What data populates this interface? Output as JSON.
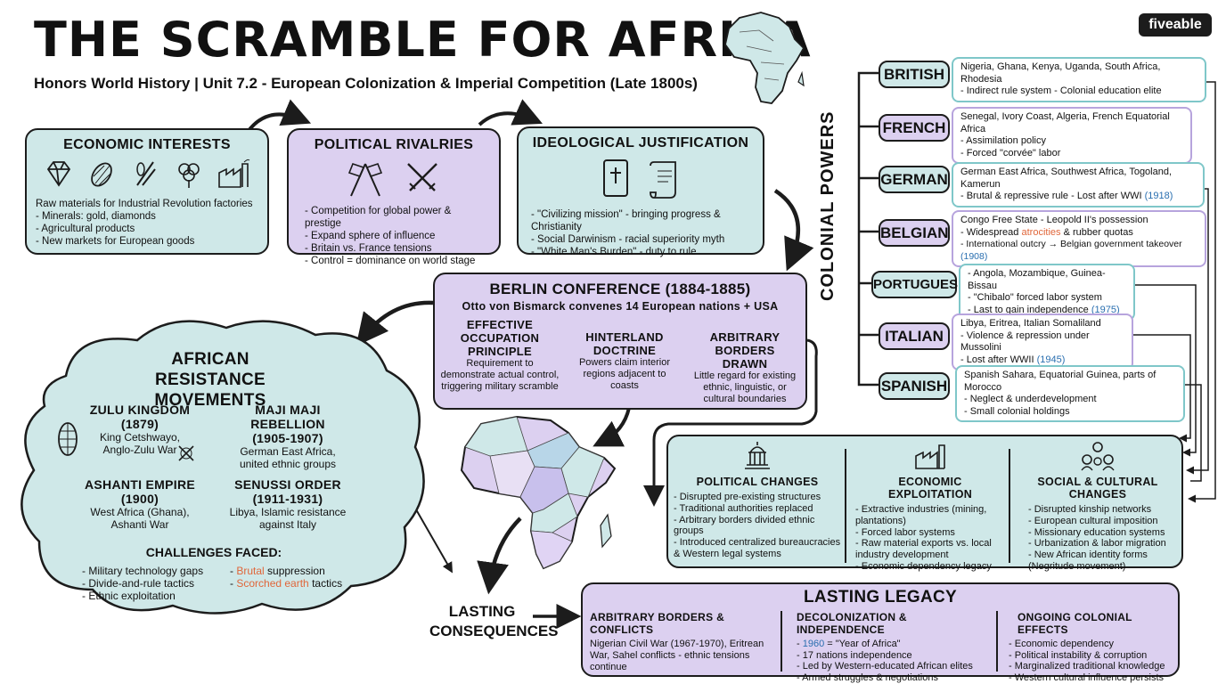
{
  "title": "THE SCRAMBLE FOR AFRICA",
  "subtitle": "Honors World History |  Unit 7.2 - European Colonization & Imperial Competition (Late 1800s)",
  "brand": "fiveable",
  "colors": {
    "teal": "#cfe8e8",
    "lavender": "#dcd0f0",
    "accent_red": "#e0663a",
    "accent_blue": "#2a6fb0",
    "outline": "#1c1c1c"
  },
  "economic": {
    "title": "ECONOMIC INTERESTS",
    "icons": [
      "diamond-icon",
      "cocoa-pod-icon",
      "rubber-icon",
      "cotton-icon",
      "factory-icon"
    ],
    "lead": "Raw materials for Industrial Revolution factories",
    "items": [
      "Minerals: gold, diamonds",
      "Agricultural products",
      "New markets for European goods"
    ]
  },
  "political": {
    "title": "POLITICAL RIVALRIES",
    "icons": [
      "crossed-flags-icon",
      "crossed-swords-icon"
    ],
    "items": [
      "Competition for global power & prestige",
      "Expand sphere of influence",
      "Britain vs. France tensions",
      "Control = dominance on world stage"
    ]
  },
  "ideological": {
    "title": "IDEOLOGICAL JUSTIFICATION",
    "icons": [
      "bible-icon",
      "scroll-icon"
    ],
    "items": [
      "\"Civilizing mission\" - bringing progress & Christianity",
      "Social Darwinism - racial superiority myth",
      "\"White Man's Burden\" - duty to rule"
    ]
  },
  "berlin": {
    "title": "BERLIN CONFERENCE (1884-1885)",
    "subtitle": "Otto von Bismarck convenes 14 European nations + USA",
    "principles": [
      {
        "title": "EFFECTIVE OCCUPATION PRINCIPLE",
        "desc": "Requirement to demonstrate actual control, triggering military scramble"
      },
      {
        "title": "HINTERLAND DOCTRINE",
        "desc": "Powers claim interior regions adjacent to coasts"
      },
      {
        "title": "ARBITRARY BORDERS DRAWN",
        "desc": "Little regard for existing ethnic, linguistic, or cultural boundaries"
      }
    ]
  },
  "resistance": {
    "title": "AFRICAN RESISTANCE MOVEMENTS",
    "movements": [
      {
        "name": "ZULU KINGDOM",
        "years": "(1879)",
        "desc": "King Cetshwayo, Anglo-Zulu War"
      },
      {
        "name": "MAJI MAJI REBELLION",
        "years": "(1905-1907)",
        "desc": "German East Africa, united ethnic groups"
      },
      {
        "name": "ASHANTI EMPIRE",
        "years": "(1900)",
        "desc": "West Africa (Ghana), Ashanti War"
      },
      {
        "name": "SENUSSI ORDER",
        "years": "(1911-1931)",
        "desc": "Libya, Islamic resistance against Italy"
      }
    ],
    "challenges_title": "CHALLENGES FACED:",
    "challenges_left": [
      "Military technology gaps",
      "Divide-and-rule tactics",
      "Ethnic exploitation"
    ],
    "challenges_right": [
      {
        "highlight": "Brutal",
        "rest": " suppression"
      },
      {
        "highlight": "Scorched earth",
        "rest": " tactics"
      }
    ]
  },
  "colonial_label": "COLONIAL POWERS",
  "powers": [
    {
      "name": "BRITISH",
      "lines": [
        "Nigeria, Ghana, Kenya, Uganda, South Africa, Rhodesia",
        "- Indirect rule system  - Colonial education elite"
      ]
    },
    {
      "name": "FRENCH",
      "lines": [
        "Senegal, Ivory Coast, Algeria, French Equatorial Africa",
        "- Assimilation policy",
        "- Forced \"corvée\" labor"
      ]
    },
    {
      "name": "GERMAN",
      "lines": [
        "German East Africa, Southwest Africa, Togoland, Kamerun",
        "- Brutal & repressive rule  - Lost after WWI "
      ],
      "year": "(1918)"
    },
    {
      "name": "BELGIAN",
      "lines": [
        "Congo Free State - Leopold II's possession"
      ],
      "belgian_a": "- Widespread ",
      "belgian_hl": "atrocities",
      "belgian_b": " & rubber quotas",
      "belgian_c": "- International outcry → Belgian government takeover ",
      "year": "(1908)"
    },
    {
      "name": "PORTUGUESE",
      "lines": [
        "- Angola, Mozambique, Guinea-Bissau",
        "- \"Chibalo\" forced labor system",
        "- Last to gain independence "
      ],
      "year": "(1975)"
    },
    {
      "name": "ITALIAN",
      "lines": [
        "Libya, Eritrea, Italian Somaliland",
        "- Violence & repression under Mussolini",
        "- Lost after WWII "
      ],
      "year": "(1945)"
    },
    {
      "name": "SPANISH",
      "lines": [
        "Spanish Sahara, Equatorial Guinea, parts of Morocco",
        "- Neglect & underdevelopment",
        "- Small colonial holdings"
      ]
    }
  ],
  "changes": [
    {
      "title": "POLITICAL CHANGES",
      "icon": "capitol-icon",
      "items": [
        "Disrupted pre-existing structures",
        "Traditional authorities replaced",
        "Arbitrary borders divided ethnic groups",
        "Introduced centralized bureaucracies & Western legal systems"
      ]
    },
    {
      "title": "ECONOMIC EXPLOITATION",
      "icon": "factory-icon",
      "items": [
        "Extractive industries (mining, plantations)",
        "Forced labor systems",
        "Raw material exports vs. local industry development",
        "Economic dependency legacy"
      ]
    },
    {
      "title": "SOCIAL & CULTURAL CHANGES",
      "icon": "people-network-icon",
      "items": [
        "Disrupted kinship networks",
        "European cultural imposition",
        "Missionary education systems",
        "Urbanization & labor migration",
        "New African identity forms (Negritude movement)"
      ]
    }
  ],
  "lasting_label": "LASTING CONSEQUENCES",
  "legacy": {
    "title": "LASTING LEGACY",
    "columns": [
      {
        "title": "ARBITRARY BORDERS & CONFLICTS",
        "text": "Nigerian Civil War (1967-1970), Eritrean War, Sahel conflicts - ethnic tensions continue"
      },
      {
        "title": "DECOLONIZATION & INDEPENDENCE",
        "year": "1960",
        "year_rest": " = \"Year of Africa\"",
        "items": [
          "17 nations independence",
          "Led by Western-educated African elites",
          "Armed struggles & negotiations"
        ]
      },
      {
        "title": "ONGOING COLONIAL EFFECTS",
        "items": [
          "Economic dependency",
          "Political instability & corruption",
          "Marginalized traditional knowledge",
          "Western cultural influence persists"
        ]
      }
    ]
  }
}
